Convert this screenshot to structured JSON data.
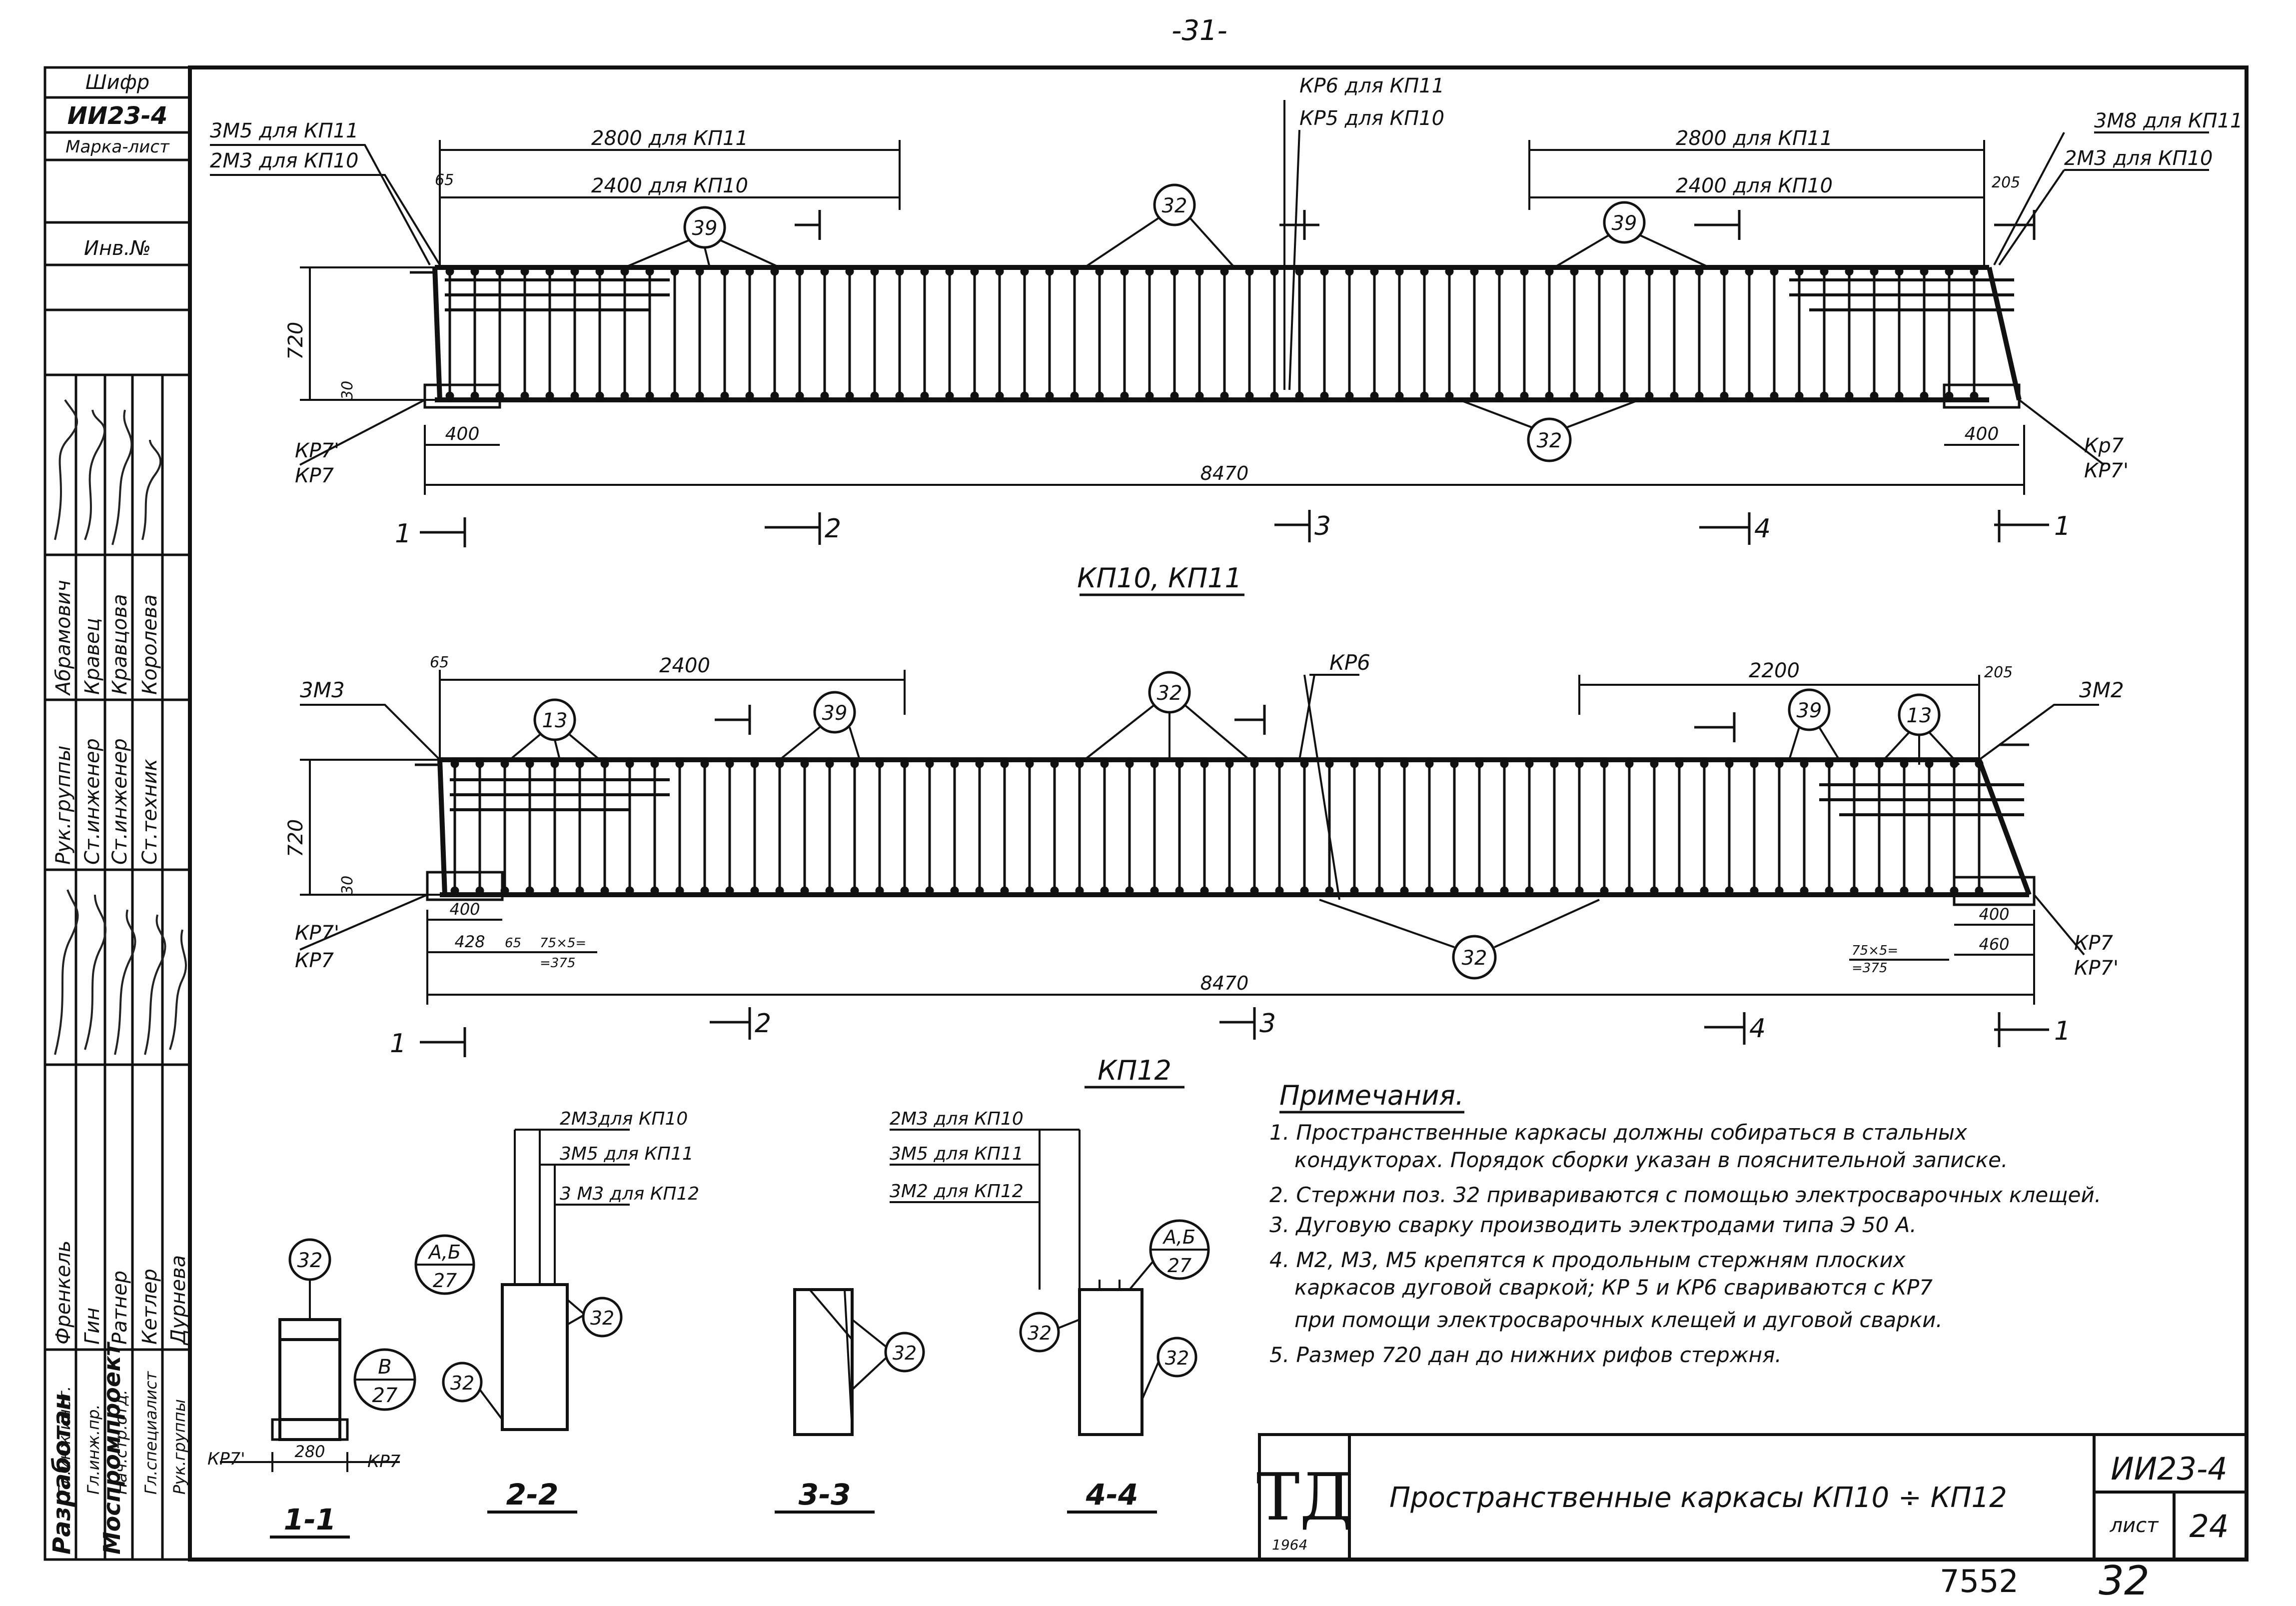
{
  "page_number": "-31-",
  "sidebar": {
    "cipher_label": "Шифр",
    "cipher_value": "ИИ23-4",
    "mark_sheet_label": "Марка-лист",
    "inv_label": "Инв.№",
    "people": [
      "Абрамович",
      "Кравец",
      "Кравцова",
      "Королева"
    ],
    "positions": [
      "Рук.группы",
      "Ст.инженер",
      "Ст.инженер",
      "Ст.техник"
    ],
    "people2": [
      "Френкель",
      "Гин",
      "Ратнер",
      "Кетлер",
      "Дурнева"
    ],
    "positions2": [
      "Гл.инж.инст.",
      "Гл.инж.пр.",
      "Нач.стр.отд.",
      "Гл.специалист",
      "Рук.группы"
    ],
    "developed_label": "Разработан",
    "org": "Моспромпроект"
  },
  "top_view": {
    "title": "КП10, КП11",
    "label_left_1": "3М5 для КП11",
    "label_left_2": "2М3 для КП10",
    "label_right_1": "3М8 для КП11",
    "label_right_2": "2М3 для КП10",
    "label_center_1": "КР6 для КП11",
    "label_center_2": "КР5 для КП10",
    "dim_left_1": "2800 для КП11",
    "dim_left_2": "2400 для КП10",
    "dim_right_1": "2800 для КП11",
    "dim_right_2": "2400 для КП10",
    "dim_65": "65",
    "dim_205": "205",
    "dim_height": "720",
    "dim_30": "30",
    "dim_400_left": "400",
    "dim_400_right": "400",
    "dim_total": "8470",
    "kr_left_1": "КР7'",
    "kr_left_2": "КР7",
    "kr_right_1": "Кр7",
    "kr_right_2": "КР7'",
    "marks": [
      "39",
      "32",
      "39",
      "32"
    ],
    "sections": [
      "1",
      "2",
      "3",
      "4",
      "1"
    ]
  },
  "bottom_view": {
    "title": "КП12",
    "label_left": "3М3",
    "label_right": "3М2",
    "label_center": "КР6",
    "dim_65": "65",
    "dim_left": "2400",
    "dim_right": "2200",
    "dim_205": "205",
    "dim_height": "720",
    "dim_30": "30",
    "dim_400_left": "400",
    "dim_428": "428",
    "dim_65b": "65",
    "dim_75a": "75×5=",
    "dim_75b": "=375",
    "dim_75c": "75×5=",
    "dim_75d": "=375",
    "dim_400_right": "400",
    "dim_460": "460",
    "dim_total": "8470",
    "kr_left_1": "КР7'",
    "kr_left_2": "КР7",
    "kr_right_1": "КР7",
    "kr_right_2": "КР7'",
    "marks": [
      "13",
      "39",
      "32",
      "39",
      "13",
      "32"
    ],
    "sections": [
      "1",
      "2",
      "3",
      "4",
      "1"
    ]
  },
  "sections": {
    "s11_title": "1-1",
    "s22_title": "2-2",
    "s33_title": "3-3",
    "s44_title": "4-4",
    "s11_mark": "32",
    "s11_circle_top": "В",
    "s11_circle_bottom": "27",
    "s11_dim": "280",
    "s11_kr_left": "КР7'",
    "s11_kr_right": "КР7",
    "s22_labels": [
      "2М3для КП10",
      "3М5 для КП11",
      "3 М3 для КП12"
    ],
    "s22_circle_top": "А,Б",
    "s22_circle_bottom": "27",
    "s22_mark_1": "32",
    "s22_mark_2": "32",
    "s33_labels": [
      "2М3 для КП10",
      "3М5 для КП11",
      "3М2 для КП12"
    ],
    "s33_mark": "32",
    "s44_circle_top": "А,Б",
    "s44_circle_bottom": "27",
    "s44_mark_1": "32",
    "s44_mark_2": "32"
  },
  "notes": {
    "heading": "Примечания.",
    "lines": [
      "1. Пространственные каркасы должны собираться в стальных",
      "кондукторах. Порядок сборки указан в пояснительной записке.",
      "2. Стержни поз. 32 привариваются с помощью электросварочных клещей.",
      "3. Дуговую сварку производить электродами типа Э 50 А.",
      "4. М2, М3, М5 крепятся к продольным стержням плоских",
      "каркасов дуговой сваркой; КР 5 и КР6 свариваются с КР7",
      "при помощи электросварочных клещей и дуговой сварки.",
      "5. Размер 720 дан до нижних рифов стержня."
    ]
  },
  "title_block": {
    "logo": "ТД",
    "year": "1964",
    "title": "Пространственные каркасы КП10 ÷ КП12",
    "code": "ИИ23-4",
    "sheet_label": "лист",
    "sheet_number": "24"
  },
  "stamp_bottom": {
    "number": "7552",
    "extra": "32"
  }
}
